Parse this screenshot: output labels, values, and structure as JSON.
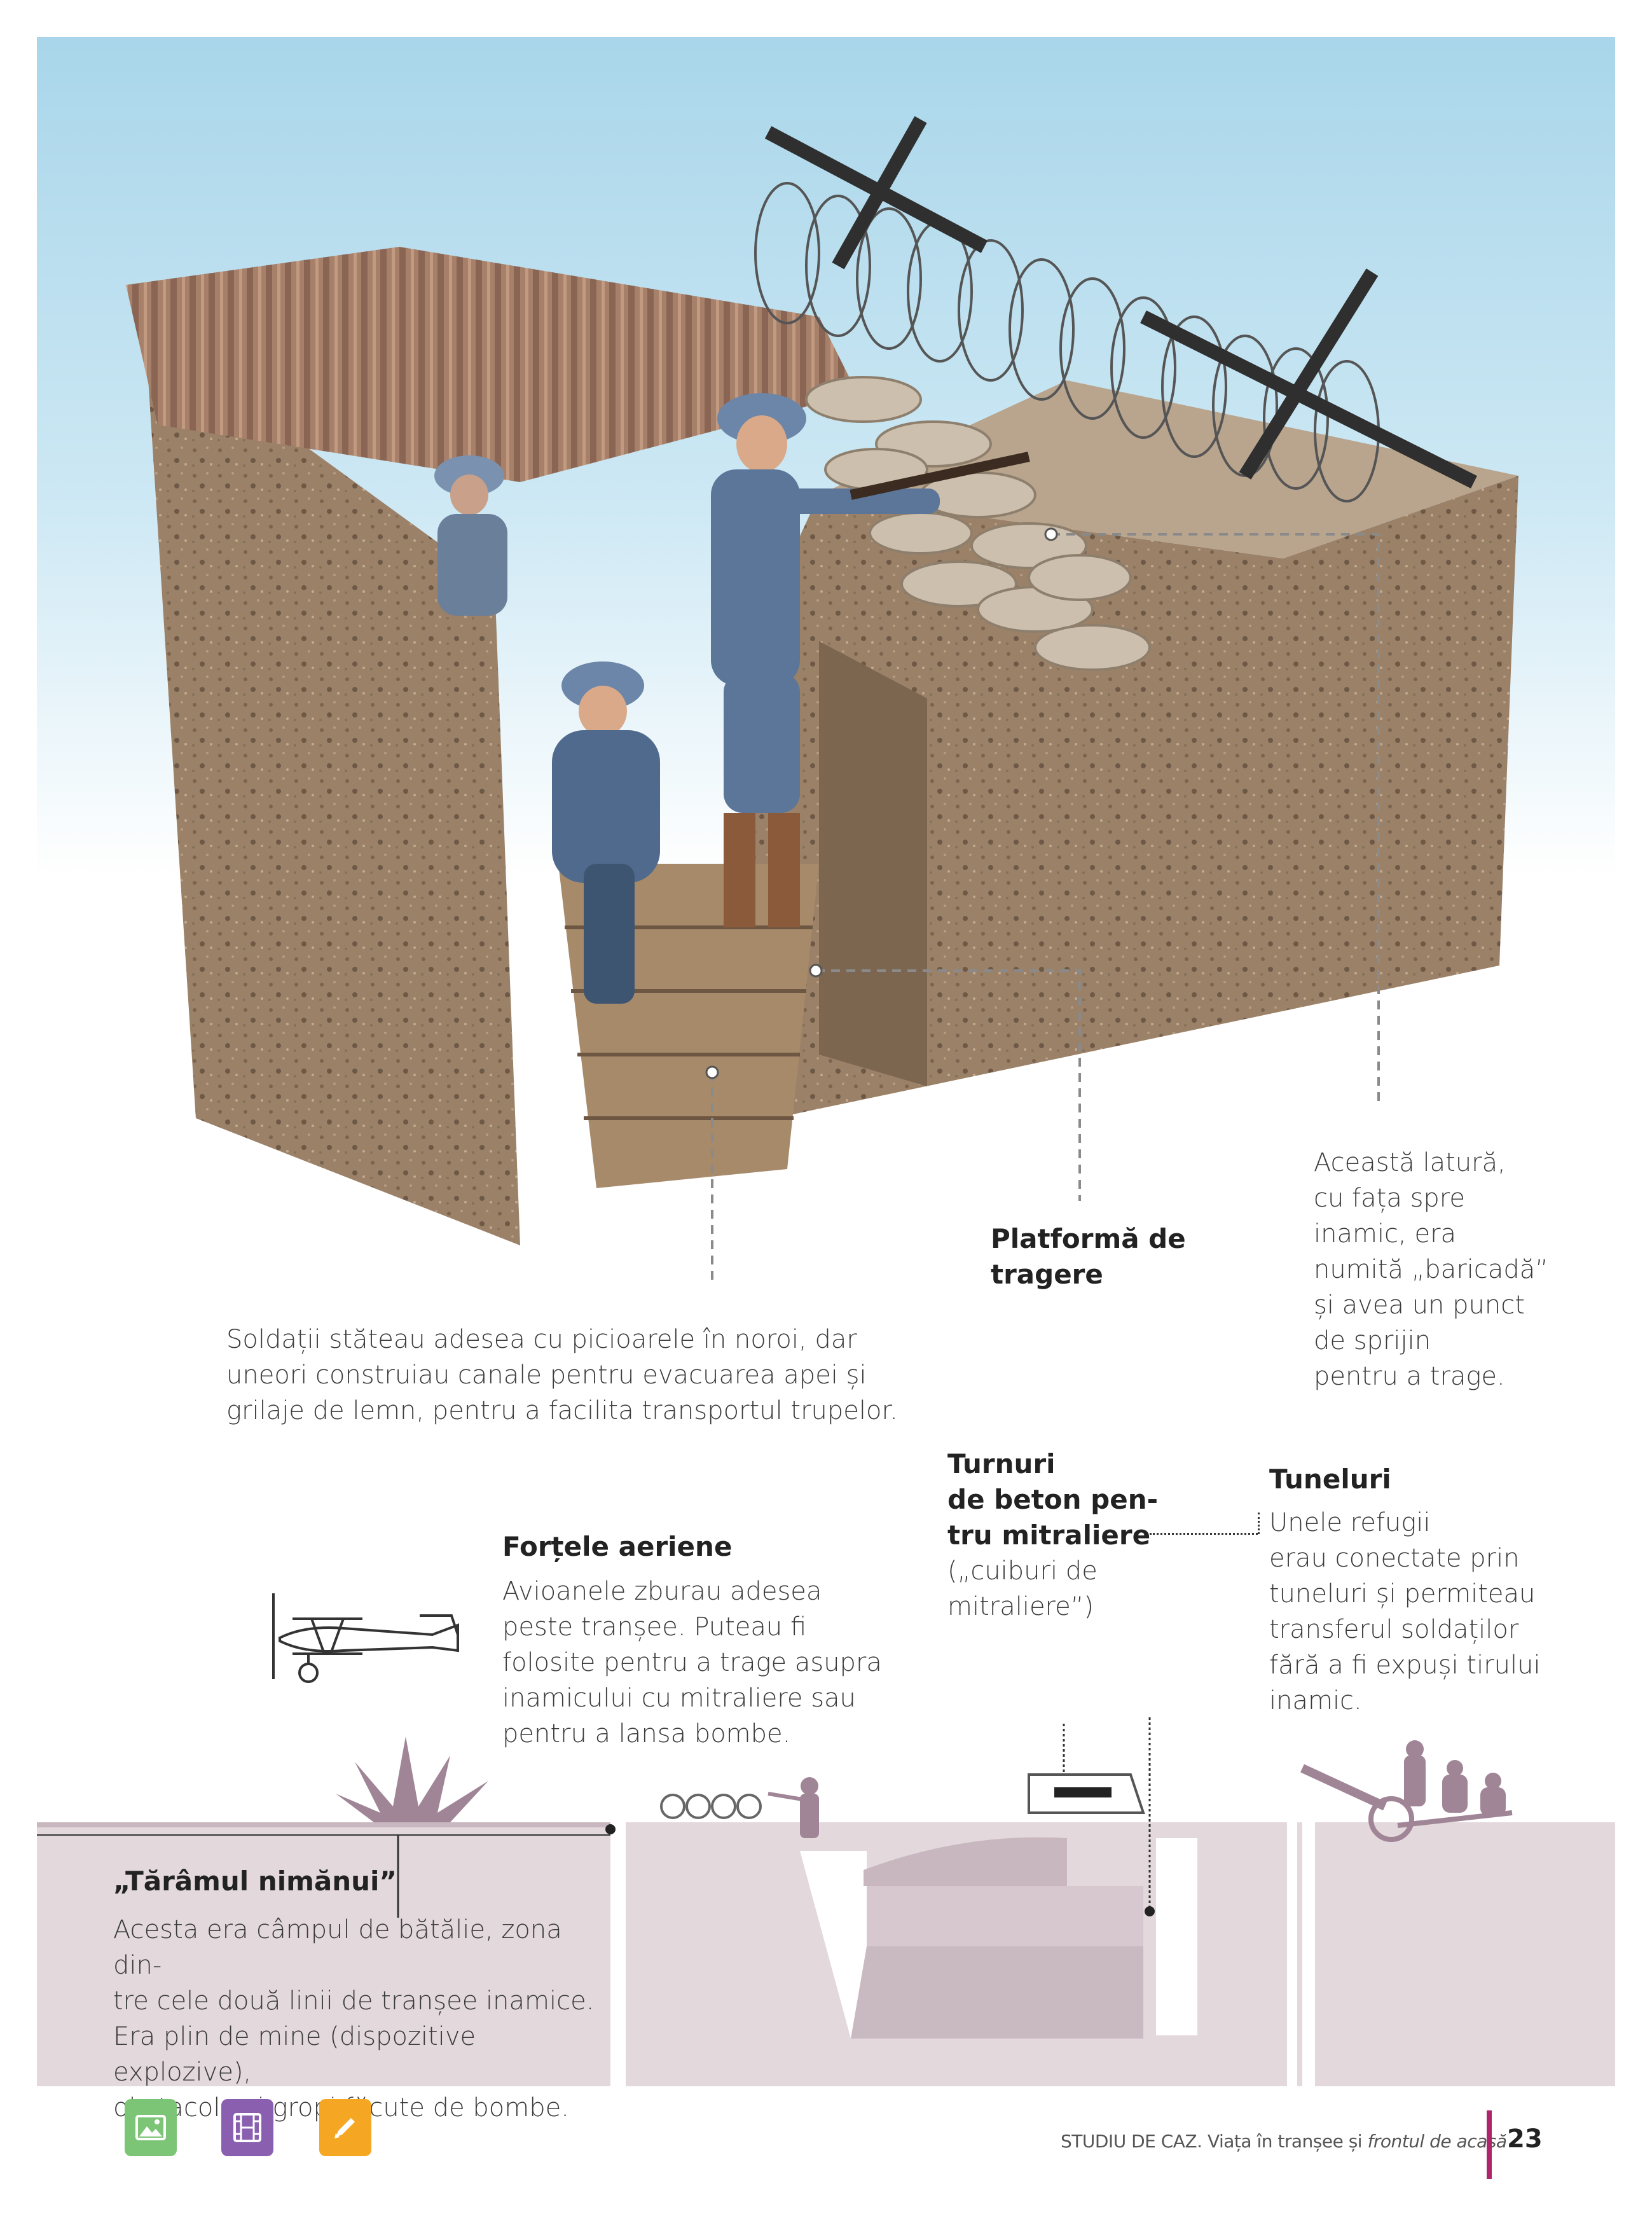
{
  "callouts": {
    "platform_title_line1": "Platformă de",
    "platform_title_line2": "tragere",
    "baricada_lines": [
      "Această latură,",
      "cu fața spre",
      "inamic, era",
      "numită „baricadă”",
      "și avea un punct",
      "de sprijin",
      "pentru a trage."
    ],
    "soldiers_lines": [
      "Soldații stăteau adesea cu picioarele în noroi, dar",
      "uneori construiau canale pentru evacuarea apei și",
      "grilaje de lemn, pentru a facilita transportul trupelor."
    ]
  },
  "air": {
    "title": "Forțele aeriene",
    "lines": [
      "Avioanele zburau adesea",
      "peste tranșee. Puteau fi",
      "folosite pentru a trage asupra",
      "inamicului cu mitraliere sau",
      "pentru a lansa bombe."
    ]
  },
  "towers": {
    "title_lines": [
      "Turnuri",
      "de beton pen-",
      "tru mitraliere"
    ],
    "lines": [
      "(„cuiburi de",
      "mitraliere”)"
    ]
  },
  "tunnels": {
    "title": "Tuneluri",
    "lines": [
      "Unele refugii",
      "erau conectate prin",
      "tuneluri și permiteau",
      "transferul soldaților",
      "fără a fi expuși tirului",
      "inamic."
    ]
  },
  "no_mans_land": {
    "title": "„Tărâmul nimănui”",
    "lines": [
      "Acesta era câmpul de bătălie, zona din-",
      "tre cele două linii de tranșee inamice.",
      "Era plin de mine (dispozitive explozive),",
      "obstacole și gropi făcute de bombe."
    ]
  },
  "footer": {
    "case_study": "STUDIU DE CAZ.",
    "subtitle_a": "Viața în tranșee și ",
    "subtitle_b": "frontul de acasă",
    "page_number": "23"
  },
  "icons": {
    "image": "image-icon",
    "video": "film-icon",
    "edit": "pencil-icon",
    "image_color": "#7cc576",
    "video_color": "#8a5fb0",
    "edit_color": "#f5a623",
    "accent_color": "#b0246a",
    "ground_color": "#e3d8db",
    "silhouette_color": "#a08596"
  }
}
